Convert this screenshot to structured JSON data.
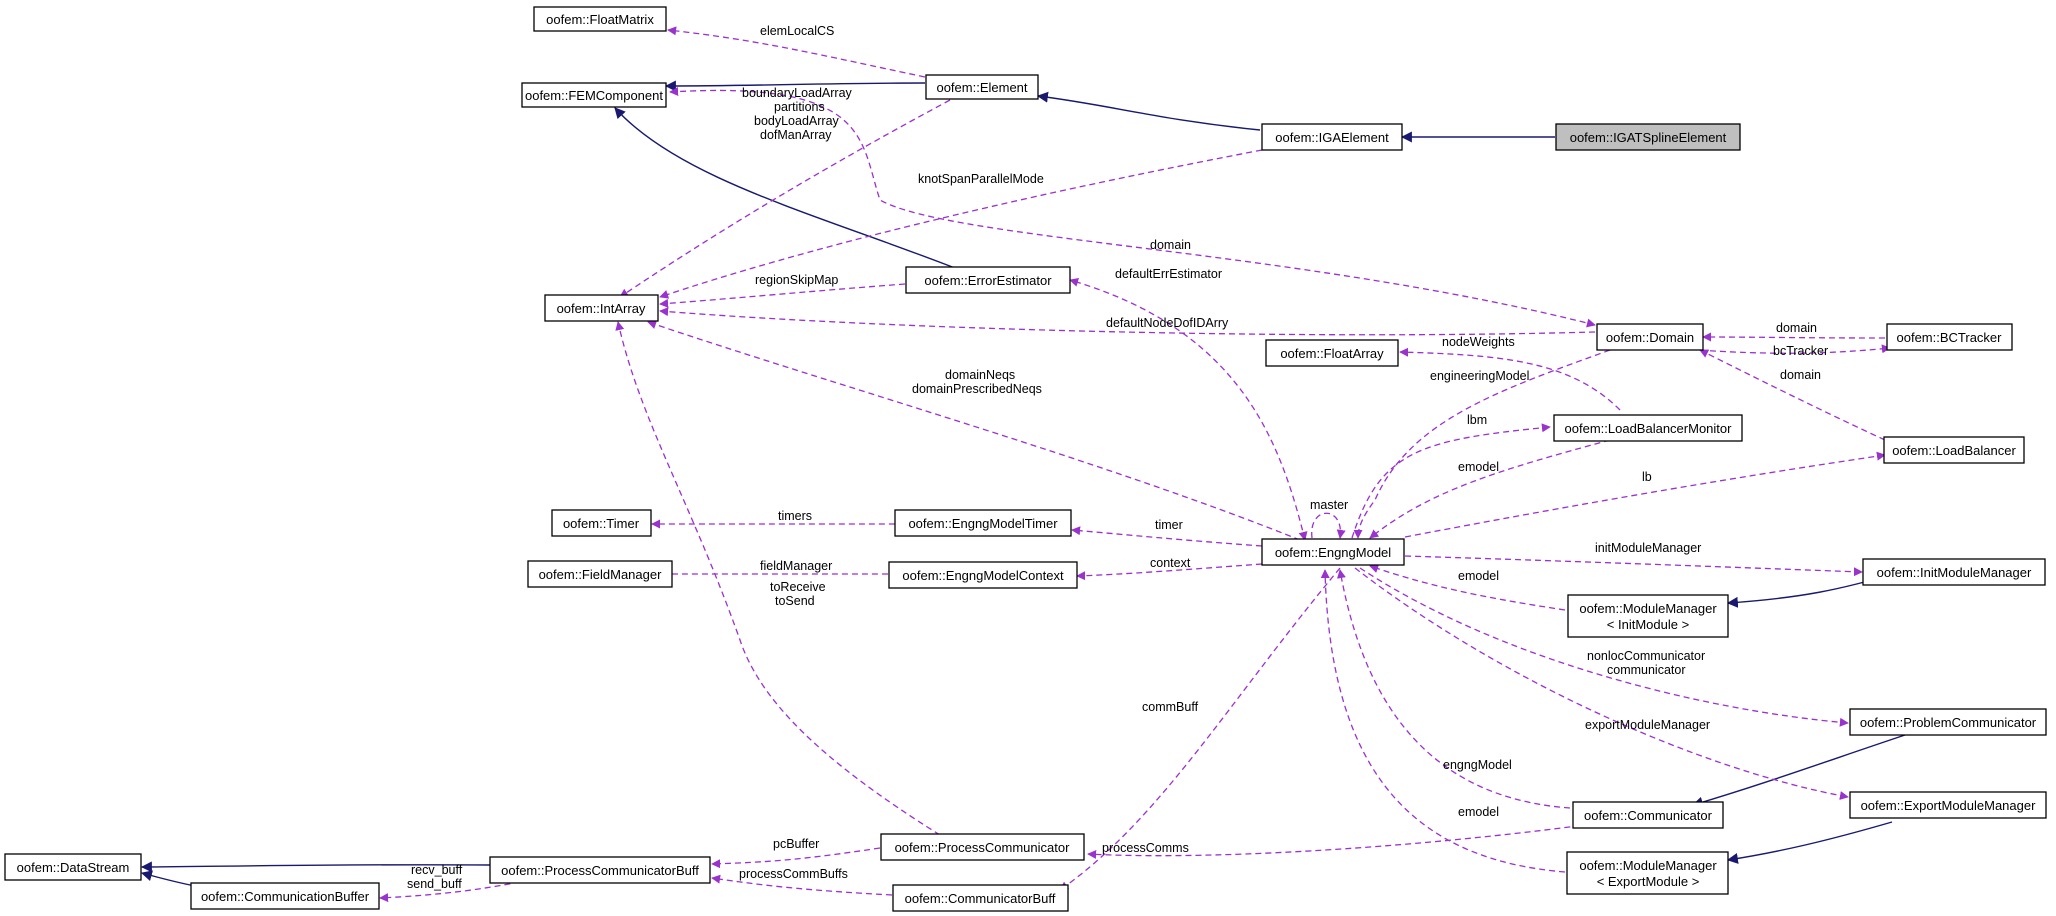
{
  "nodes": {
    "floatmatrix": "oofem::FloatMatrix",
    "femcomponent": "oofem::FEMComponent",
    "element": "oofem::Element",
    "igaelement": "oofem::IGAElement",
    "igatspline": "oofem::IGATSplineElement",
    "intarray": "oofem::IntArray",
    "errorestimator": "oofem::ErrorEstimator",
    "domain": "oofem::Domain",
    "bctracker": "oofem::BCTracker",
    "floatarray": "oofem::FloatArray",
    "lbmonitor": "oofem::LoadBalancerMonitor",
    "loadbalancer": "oofem::LoadBalancer",
    "timer": "oofem::Timer",
    "engngmodeltimer": "oofem::EngngModelTimer",
    "engngmodel": "oofem::EngngModel",
    "fieldmanager": "oofem::FieldManager",
    "engngmodelcontext": "oofem::EngngModelContext",
    "initmodulemanager": "oofem::InitModuleManager",
    "modulemanager_init": [
      "oofem::ModuleManager",
      "< InitModule >"
    ],
    "problemcommunicator": "oofem::ProblemCommunicator",
    "exportmodulemanager": "oofem::ExportModuleManager",
    "communicator": "oofem::Communicator",
    "modulemanager_export": [
      "oofem::ModuleManager",
      "< ExportModule >"
    ],
    "processcommunicator": "oofem::ProcessCommunicator",
    "datastream": "oofem::DataStream",
    "processcommunicatorbuff": "oofem::ProcessCommunicatorBuff",
    "communicationbuffer": "oofem::CommunicationBuffer",
    "communicatorbuff": "oofem::CommunicatorBuff"
  },
  "edge_labels": {
    "elemLocalCS": "elemLocalCS",
    "element_to_intarray": [
      "boundaryLoadArray",
      "partitions",
      "bodyLoadArray",
      "dofManArray"
    ],
    "knotSpanParallelMode": "knotSpanParallelMode",
    "domain_from_femcomponent": "domain",
    "regionSkipMap": "regionSkipMap",
    "defaultErrEstimator": "defaultErrEstimator",
    "defaultNodeDofIDArry": "defaultNodeDofIDArry",
    "bc_domain": "domain",
    "bcTracker": "bcTracker",
    "lb_domain": "domain",
    "nodeWeights": "nodeWeights",
    "engineeringModel": "engineeringModel",
    "domainNeqs": [
      "domainNeqs",
      "domainPrescribedNeqs"
    ],
    "lbm": "lbm",
    "lbm_emodel": "emodel",
    "lb": "lb",
    "master": "master",
    "timers": "timers",
    "timer": "timer",
    "fieldManager": "fieldManager",
    "context": "context",
    "toReceive": [
      "toReceive",
      "toSend"
    ],
    "initModuleManager": "initModuleManager",
    "mm_init_emodel": "emodel",
    "nonlocCommunicator": [
      "nonlocCommunicator",
      "communicator"
    ],
    "commBuff": "commBuff",
    "exportModuleManager": "exportModuleManager",
    "engngModel": "engngModel",
    "mm_export_emodel": "emodel",
    "pcBuffer": "pcBuffer",
    "processComms": "processComms",
    "recv_buff": [
      "recv_buff",
      "send_buff"
    ],
    "processCommBuffs": "processCommBuffs"
  },
  "colors": {
    "usage_edge": "#9a32cd",
    "inheritance_edge": "#191970",
    "highlight_fill": "#bfbfbf"
  }
}
